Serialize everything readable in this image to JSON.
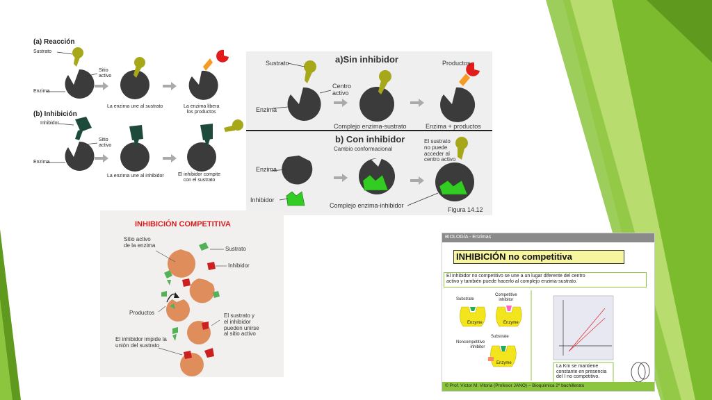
{
  "colors": {
    "green_dark": "#5f9a1e",
    "green_mid": "#8cc63f",
    "green_light": "#b9dc6e",
    "enzyme": "#3b3b3b",
    "substrate": "#a6a81a",
    "inhibitor_dark": "#1e4a3c",
    "inhibitor_bright": "#33cc22",
    "product_red": "#e21b1b",
    "product_orange": "#f59a23",
    "comp_enzyme": "#e08d5c",
    "comp_inhibitor": "#cc1f1f",
    "comp_substrate": "#55b05a",
    "yellow_enzyme": "#f2e51d",
    "title_box_fill": "#f7f5a0",
    "panel4_header": "#8a8a8a"
  },
  "panel1": {
    "title_a": "(a) Reacción",
    "sustrato": "Sustrato",
    "sitio_activo": "Sitio\nactivo",
    "enzima": "Enzima",
    "cap_une_sustrato": "La enzima une al sustrato",
    "cap_libera": "La enzima libera\nlos productos",
    "title_b": "(b) Inhibición",
    "inhibidor": "Inhibidor",
    "sitio_activo_b": "Sitio\nactivo",
    "enzima_b": "Enzima",
    "cap_une_inhibidor": "La enzima une al inhibidor",
    "cap_compite": "El inhibidor compite\ncon el sustrato"
  },
  "panel2": {
    "title_a": "a)Sin inhibidor",
    "sustrato": "Sustrato",
    "productos": "Productos",
    "centro_activo": "Centro\nactivo",
    "enzima": "Enzima",
    "complejo_es": "Complejo enzima-sustrato",
    "enzima_productos": "Enzima + productos",
    "title_b": "b) Con inhibidor",
    "cambio": "Cambio conformacional",
    "no_puede": "El sustrato\nno puede\nacceder al\ncentro activo",
    "enzima_b": "Enzima",
    "inhibidor": "Inhibidor",
    "complejo_ei": "Complejo enzima-inhibidor",
    "figura": "Figura 14.12"
  },
  "panel3": {
    "title": "INHIBICIÓN COMPETITIVA",
    "sitio_activo": "Sitio activo\nde la enzima",
    "sustrato": "Sustrato",
    "inhibidor": "Inhibidor",
    "productos": "Productos",
    "compiten": "El sustrato y\nel inhibidor\npueden unirse\nal sitio activo",
    "impide": "El inhibidor impide la\nunión del sustrato"
  },
  "panel4": {
    "header": "BIOLOGÍA - Enzimas",
    "title": "INHIBICIÓN no competitiva",
    "desc": "El inhibidor no competitivo se une a un lugar diferente del centro\nactivo y también puede hacerlo al complejo enzima-sustrato.",
    "substrate": "Substrate",
    "competitive": "Competitive\ninhibitor",
    "enzyme": "Enzyme",
    "enzyme2": "Enzyme",
    "substrate2": "Substrate",
    "noncompetitive": "Noncompetitive\ninhibitor",
    "enzyme3": "Enzyme",
    "km_note": "La Km se mantiene\nconstante en presencia\ndel I no competitivo.",
    "footer": "© Prof. Víctor M. Vitoria (Profesor JANO) – Bioquímica 2º bachillerato"
  }
}
